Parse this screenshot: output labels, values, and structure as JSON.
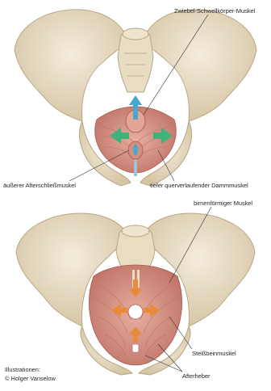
{
  "top_figure": {
    "labels": {
      "bulbospongiosus": "Zwiebel-Schwellkörper-Muskel",
      "external_anal_sphincter": "äußerer Afterschließmuskel",
      "deep_transverse_perineal": "tiefer querverlaufender Dammmuskel"
    }
  },
  "bottom_figure": {
    "labels": {
      "piriformis": "birnenförmiger Muskel",
      "coccygeus": "Steißbeinmuskel",
      "levator_ani": "Afterheber"
    }
  },
  "credits": {
    "line1": "Illustrationen:",
    "line2": "© Holger Vanselow"
  },
  "colors": {
    "bone": "#ece3cf",
    "bone_shadow": "#cbb998",
    "muscle": "#d99b8e",
    "muscle_dark": "#b86a5f",
    "arrow_green": "#3fb37a",
    "arrow_blue": "#47a7cf",
    "arrow_orange": "#e98a3a"
  }
}
